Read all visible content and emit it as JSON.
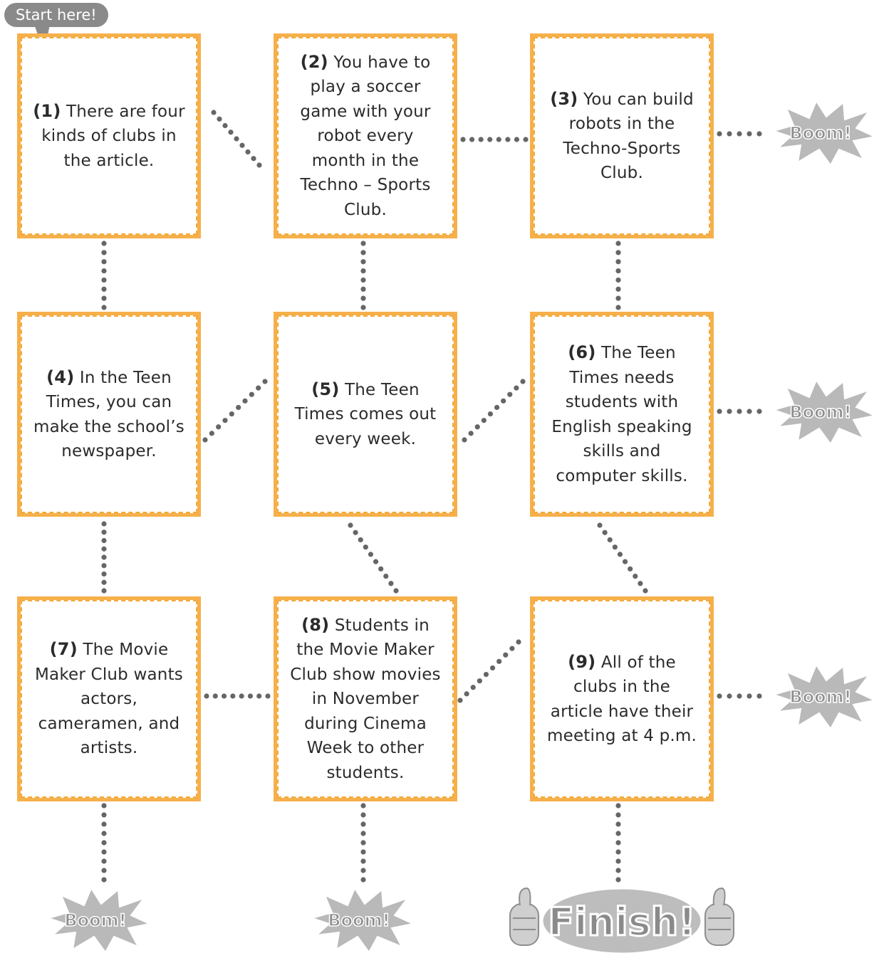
{
  "start_label": "Start here!",
  "boom_label": "Boom!",
  "finish_label": "Finish!",
  "colors": {
    "card_border": "#f6b04a",
    "dots": "#666666",
    "boom_fill": "#b9b9b9",
    "bubble": "#8a8a8a"
  },
  "cards": [
    {
      "num": "(1)",
      "text": "There are four kinds of clubs in the article."
    },
    {
      "num": "(2)",
      "text": "You have to play a soccer game with your robot every month in the Techno – Sports Club."
    },
    {
      "num": "(3)",
      "text": "You can build robots in the Techno-Sports Club."
    },
    {
      "num": "(4)",
      "text": "In the Teen Times, you can make the school’s newspaper."
    },
    {
      "num": "(5)",
      "text": "The Teen Times comes out every week."
    },
    {
      "num": "(6)",
      "text": "The Teen Times needs students with English speaking skills and computer skills."
    },
    {
      "num": "(7)",
      "text": "The Movie Maker Club wants actors, cameramen, and artists."
    },
    {
      "num": "(8)",
      "text": "Students in the Movie Maker Club show movies in November during Cinema Week to other students."
    },
    {
      "num": "(9)",
      "text": "All of the clubs in the article have their meeting at 4 p.m."
    }
  ]
}
